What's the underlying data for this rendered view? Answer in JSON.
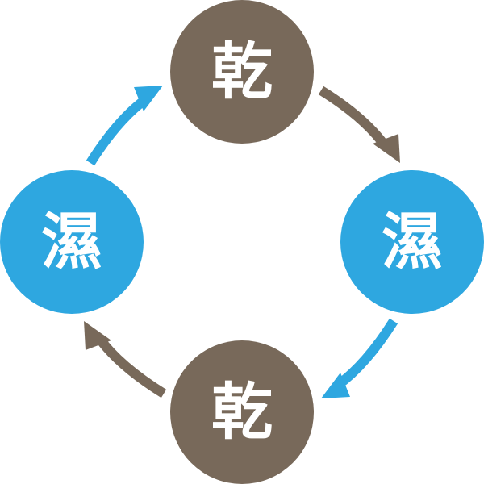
{
  "colors": {
    "dry": "#78695a",
    "wet": "#2ea7e0"
  },
  "nodes": {
    "top": {
      "label": "乾",
      "kind": "dry"
    },
    "right": {
      "label": "濕",
      "kind": "wet"
    },
    "bottom": {
      "label": "乾",
      "kind": "dry"
    },
    "left": {
      "label": "濕",
      "kind": "wet"
    }
  },
  "arrows": [
    {
      "from": "top",
      "to": "right",
      "kind": "dry"
    },
    {
      "from": "right",
      "to": "bottom",
      "kind": "wet"
    },
    {
      "from": "bottom",
      "to": "left",
      "kind": "dry"
    },
    {
      "from": "left",
      "to": "top",
      "kind": "wet"
    }
  ]
}
